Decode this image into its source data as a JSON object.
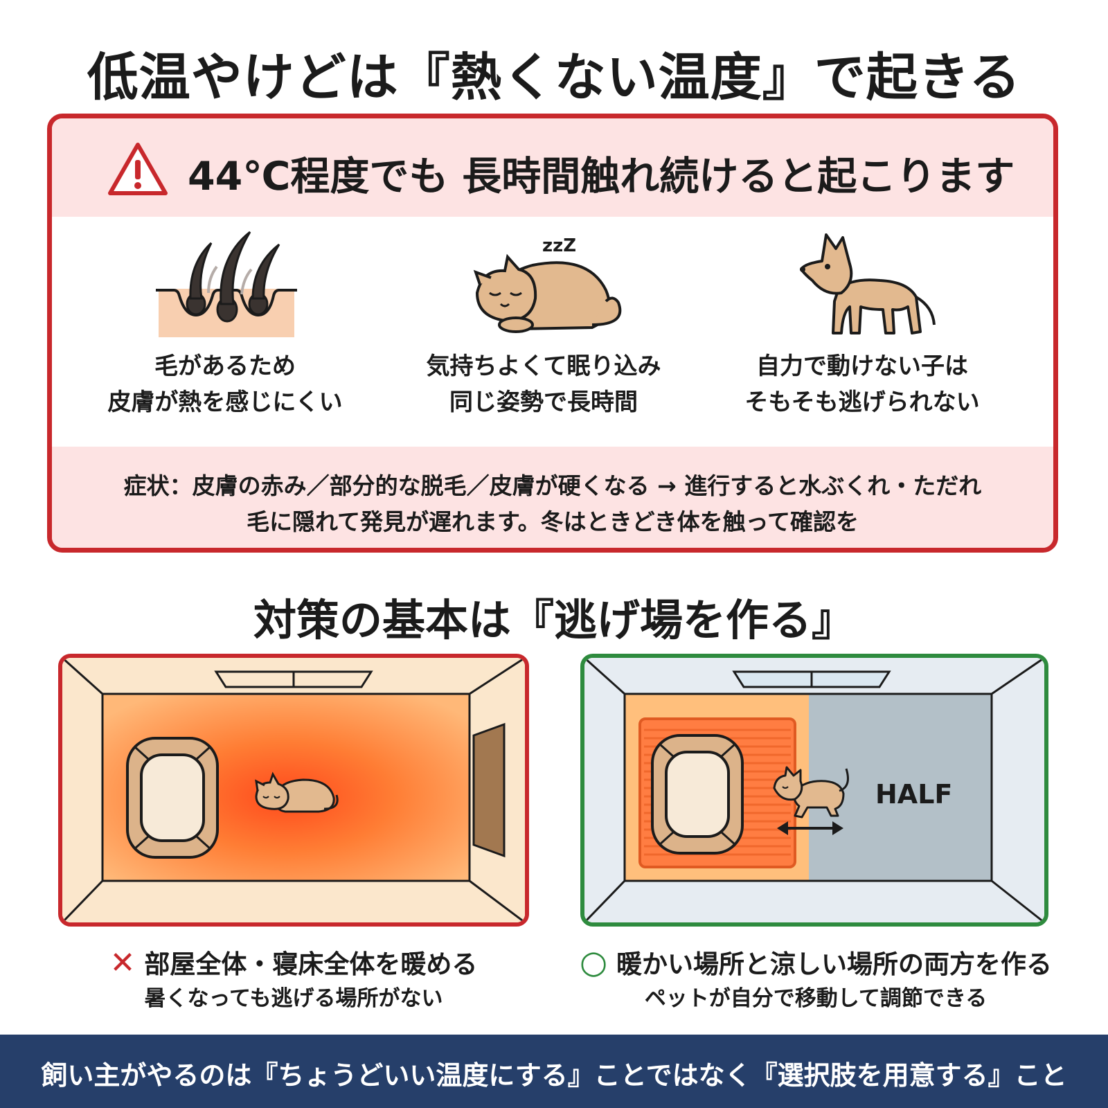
{
  "main_title": "低温やけどは『熱くない温度』で起きる",
  "warning": {
    "header": "44℃程度でも 長時間触れ続けると起こります",
    "causes": [
      {
        "line1": "毛があるため",
        "line2": "皮膚が熱を感じにくい",
        "icon": "hair-skin-icon"
      },
      {
        "line1": "気持ちよくて眠り込み",
        "line2": "同じ姿勢で長時間",
        "icon": "sleeping-cat-icon"
      },
      {
        "line1": "自力で動けない子は",
        "line2": "そもそも逃げられない",
        "icon": "dog-icon"
      }
    ],
    "sleep_z": "zzZ",
    "symptoms_line1": "症状：皮膚の赤み／部分的な脱毛／皮膚が硬くなる → 進行すると水ぶくれ・ただれ",
    "symptoms_line2": "毛に隠れて発見が遅れます。冬はときどき体を触って確認を"
  },
  "sub_title": "対策の基本は『逃げ場を作る』",
  "bad_example": {
    "mark": "✕",
    "line1": "部屋全体・寝床全体を暖める",
    "line2": "暑くなっても逃げる場所がない"
  },
  "good_example": {
    "mark": "○",
    "line1": "暖かい場所と涼しい場所の両方を作る",
    "line2": "ペットが自分で移動して調節できる",
    "half_label": "HALF"
  },
  "footer": "飼い主がやるのは『ちょうどいい温度にする』ことではなく『選択肢を用意する』こと",
  "colors": {
    "alert_red": "#c8282c",
    "good_green": "#2e8b3e",
    "pink_bg": "#fde3e3",
    "footer_navy": "#263f6a",
    "warm_orange": "#ff8a3d",
    "cool_gray": "#b3c0c8"
  }
}
